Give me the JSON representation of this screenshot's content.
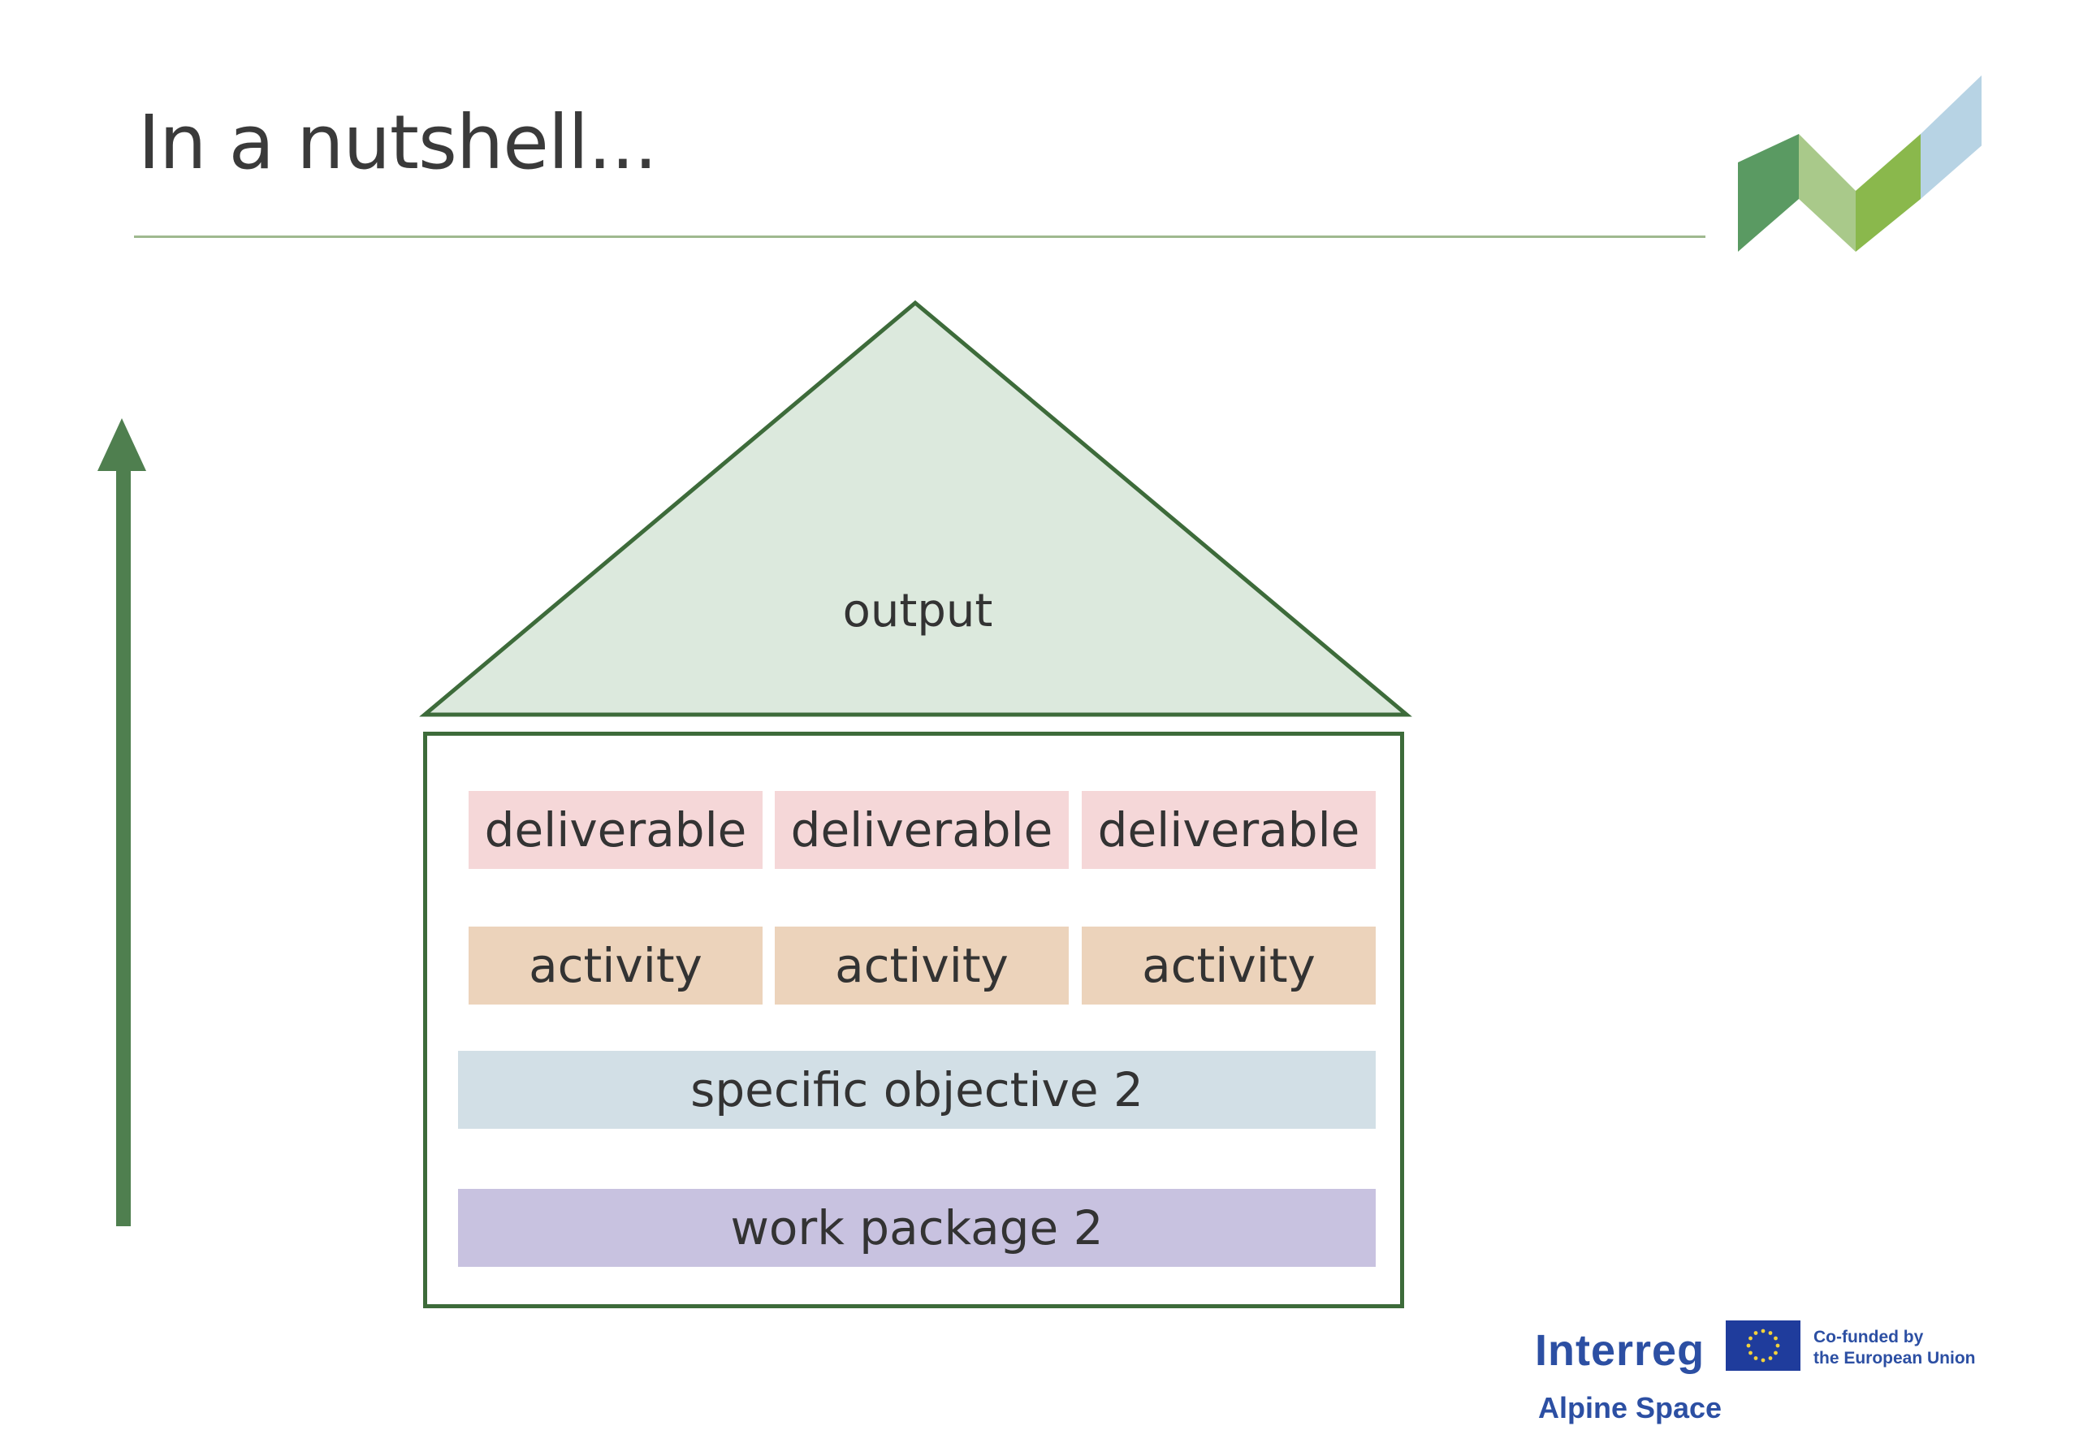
{
  "slide": {
    "title": "In a nutshell..."
  },
  "diagram": {
    "roof_label": "output",
    "deliverables": [
      "deliverable",
      "deliverable",
      "deliverable"
    ],
    "activities": [
      "activity",
      "activity",
      "activity"
    ],
    "objective": "specific objective 2",
    "work_package": "work package 2"
  },
  "footer": {
    "brand": "Interreg",
    "programme": "Alpine Space",
    "eu_line1": "Co-funded by",
    "eu_line2": "the European Union"
  },
  "colors": {
    "title_rule": "#9fb98f",
    "roof_fill": "#dce9dd",
    "outline": "#3d6b3a",
    "arrow": "#4f7f4f",
    "deliverable": "#f5d7d8",
    "activity": "#ecd3bb",
    "objective": "#d2dfe6",
    "work_package": "#c8c2e0",
    "brand_blue": "#2c4fa3"
  },
  "icons": {
    "corner_logo": "interreg-zigzag-logo-icon",
    "arrow": "upward-arrow-icon",
    "flag": "eu-flag-icon"
  }
}
